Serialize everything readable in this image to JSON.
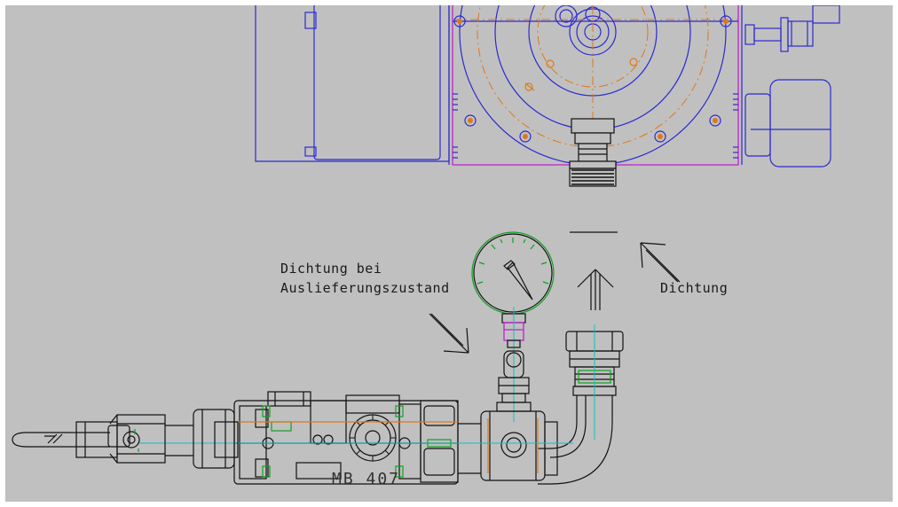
{
  "labels": {
    "seal_delivery": [
      "Dichtung bei",
      "Auslieferungszustand"
    ],
    "seal": "Dichtung",
    "model_stamp": "MB 407"
  },
  "colors": {
    "background": "#c0c0c0",
    "outline_blue": "#2a2ad0",
    "centerline_orange": "#e07818",
    "housing_magenta": "#c020d0",
    "parts_black": "#111111",
    "gauge_green": "#10a020",
    "axis_cyan": "#10c0c0"
  }
}
